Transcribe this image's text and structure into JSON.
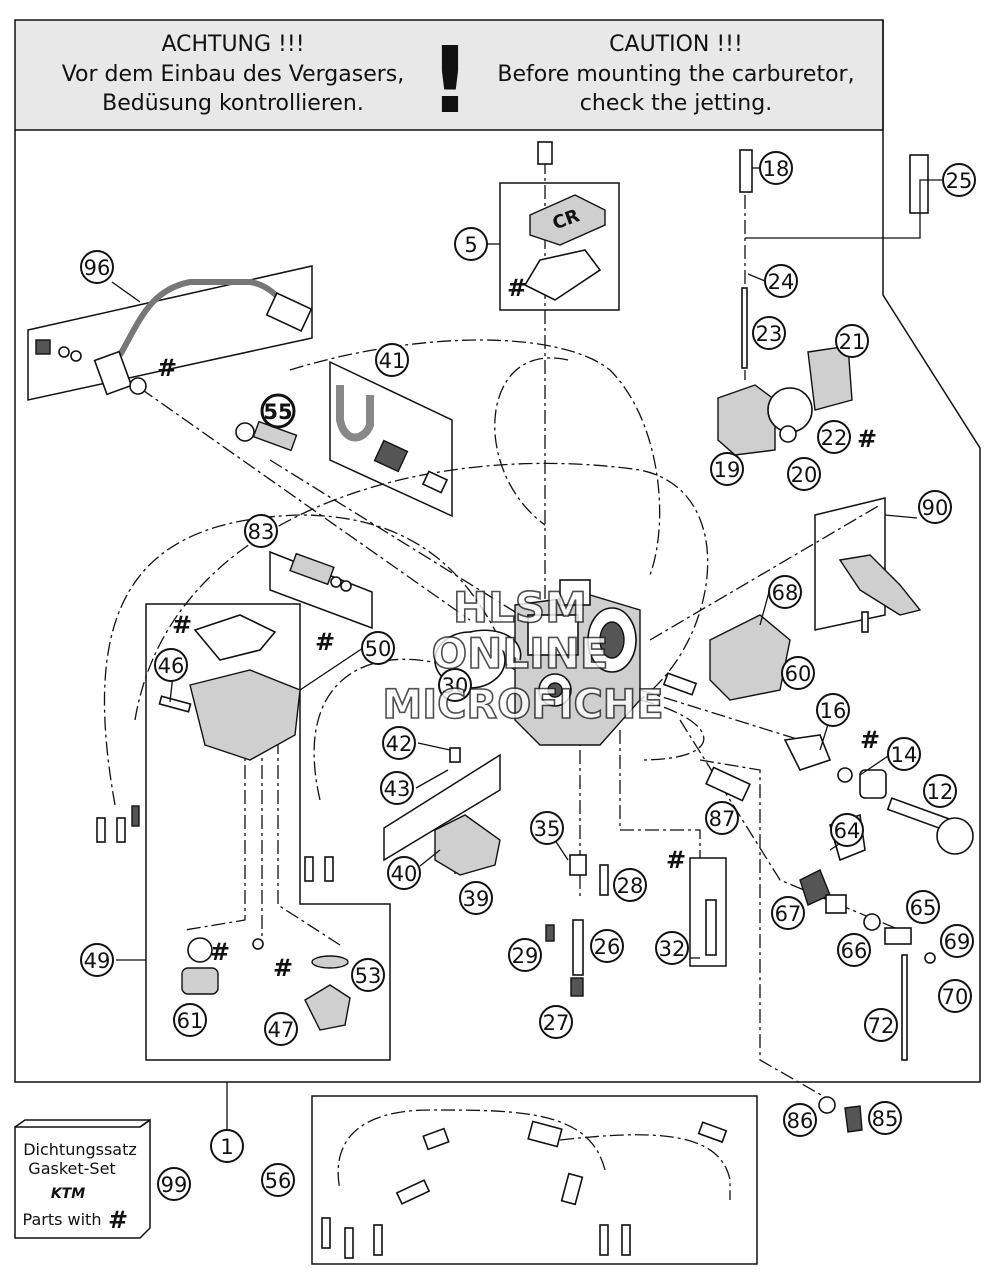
{
  "warning": {
    "de_title": "ACHTUNG !!!",
    "de_line1": "Vor dem Einbau des Vergasers,",
    "de_line2": "Bedüsung kontrollieren.",
    "exclamation": "!",
    "en_title": "CAUTION !!!",
    "en_line1": "Before mounting the carburetor,",
    "en_line2": "check the jetting."
  },
  "cover_text": "CR",
  "watermark": {
    "line1": "HLSM",
    "line2": "ONLINE",
    "line3": "MICROFICHE"
  },
  "gasket_set": {
    "line1": "Dichtungssatz",
    "line2": "Gasket-Set",
    "brand": "KTM",
    "line3": "Parts with",
    "hash": "#"
  },
  "hash_symbol": "#",
  "callouts": [
    "1",
    "5",
    "12",
    "14",
    "16",
    "18",
    "19",
    "20",
    "21",
    "22",
    "23",
    "24",
    "25",
    "26",
    "27",
    "28",
    "29",
    "30",
    "32",
    "35",
    "39",
    "40",
    "41",
    "42",
    "43",
    "46",
    "47",
    "49",
    "50",
    "53",
    "55",
    "56",
    "60",
    "61",
    "64",
    "65",
    "66",
    "67",
    "68",
    "69",
    "70",
    "72",
    "83",
    "85",
    "86",
    "87",
    "90",
    "96",
    "99"
  ]
}
